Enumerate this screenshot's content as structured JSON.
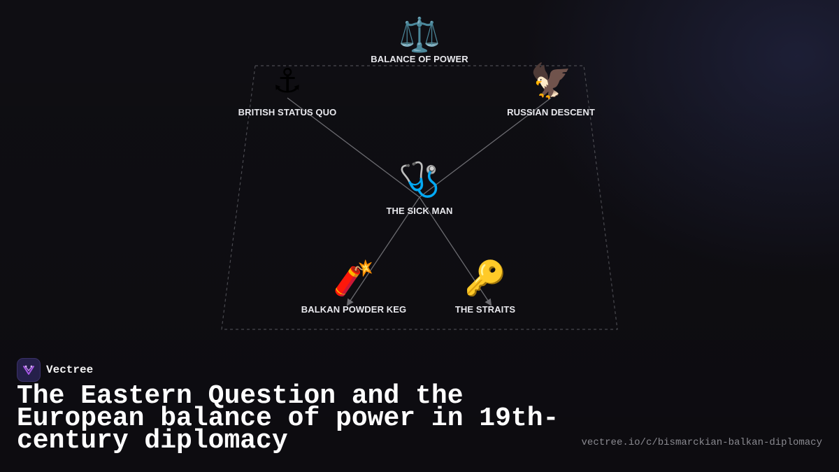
{
  "diagram": {
    "nodes": [
      {
        "id": "balance",
        "icon": "⚖️",
        "icon_name": "scales-icon",
        "label": "BALANCE OF POWER"
      },
      {
        "id": "british",
        "icon": "⚓",
        "icon_name": "anchor-icon",
        "label": "BRITISH STATUS QUO"
      },
      {
        "id": "russian",
        "icon": "🦅",
        "icon_name": "eagle-icon",
        "label": "RUSSIAN DESCENT"
      },
      {
        "id": "sickman",
        "icon": "🩺",
        "icon_name": "stethoscope-icon",
        "label": "THE SICK MAN"
      },
      {
        "id": "balkan",
        "icon": "🧨",
        "icon_name": "firecracker-icon",
        "label": "BALKAN POWDER KEG"
      },
      {
        "id": "straits",
        "icon": "🔑",
        "icon_name": "key-icon",
        "label": "THE STRAITS"
      }
    ],
    "edges": [
      {
        "from": "british",
        "to": "sickman",
        "arrow": false
      },
      {
        "from": "russian",
        "to": "sickman",
        "arrow": false
      },
      {
        "from": "sickman",
        "to": "balkan",
        "arrow": true
      },
      {
        "from": "sickman",
        "to": "straits",
        "arrow": true
      }
    ],
    "colors": {
      "edge": "#6b6b70",
      "frame": "#4a4a50",
      "label": "#e9e9ee"
    }
  },
  "brand": {
    "name": "Vectree",
    "logo_icon": "vectree-logo-icon",
    "accent": "#a857e8"
  },
  "title": "The Eastern Question and the European balance of power in 19th-century diplomacy",
  "url": "vectree.io/c/bismarckian-balkan-diplomacy",
  "colors": {
    "background": "#0f0e13",
    "title": "#ffffff",
    "url": "#8a8a90"
  }
}
